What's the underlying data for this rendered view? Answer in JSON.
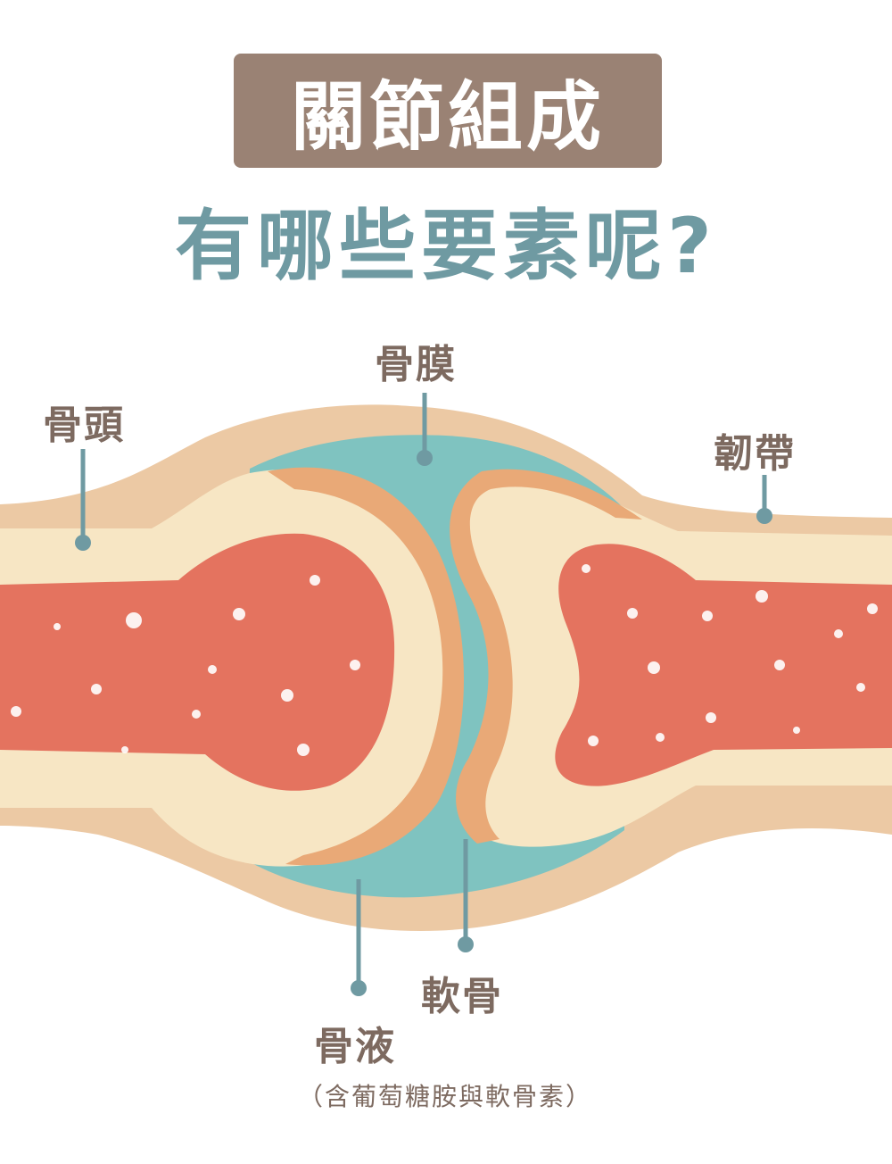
{
  "title": "關節組成",
  "subtitle": "有哪些要素呢?",
  "labels": {
    "bone": "骨頭",
    "periosteum": "骨膜",
    "ligament": "韌帶",
    "cartilage": "軟骨",
    "synovial_fluid": "骨液",
    "synovial_note": "（含葡萄糖胺與軟骨素）"
  },
  "colors": {
    "title_bg": "#9a8274",
    "subtitle": "#6f9aa2",
    "label_text": "#7d6a60",
    "pointer": "#6f9aa2",
    "ligament": "#ecc9a4",
    "bone_shell": "#f7e6c4",
    "marrow": "#e4735f",
    "cartilage": "#e9a977",
    "fluid": "#7fc3c0"
  }
}
